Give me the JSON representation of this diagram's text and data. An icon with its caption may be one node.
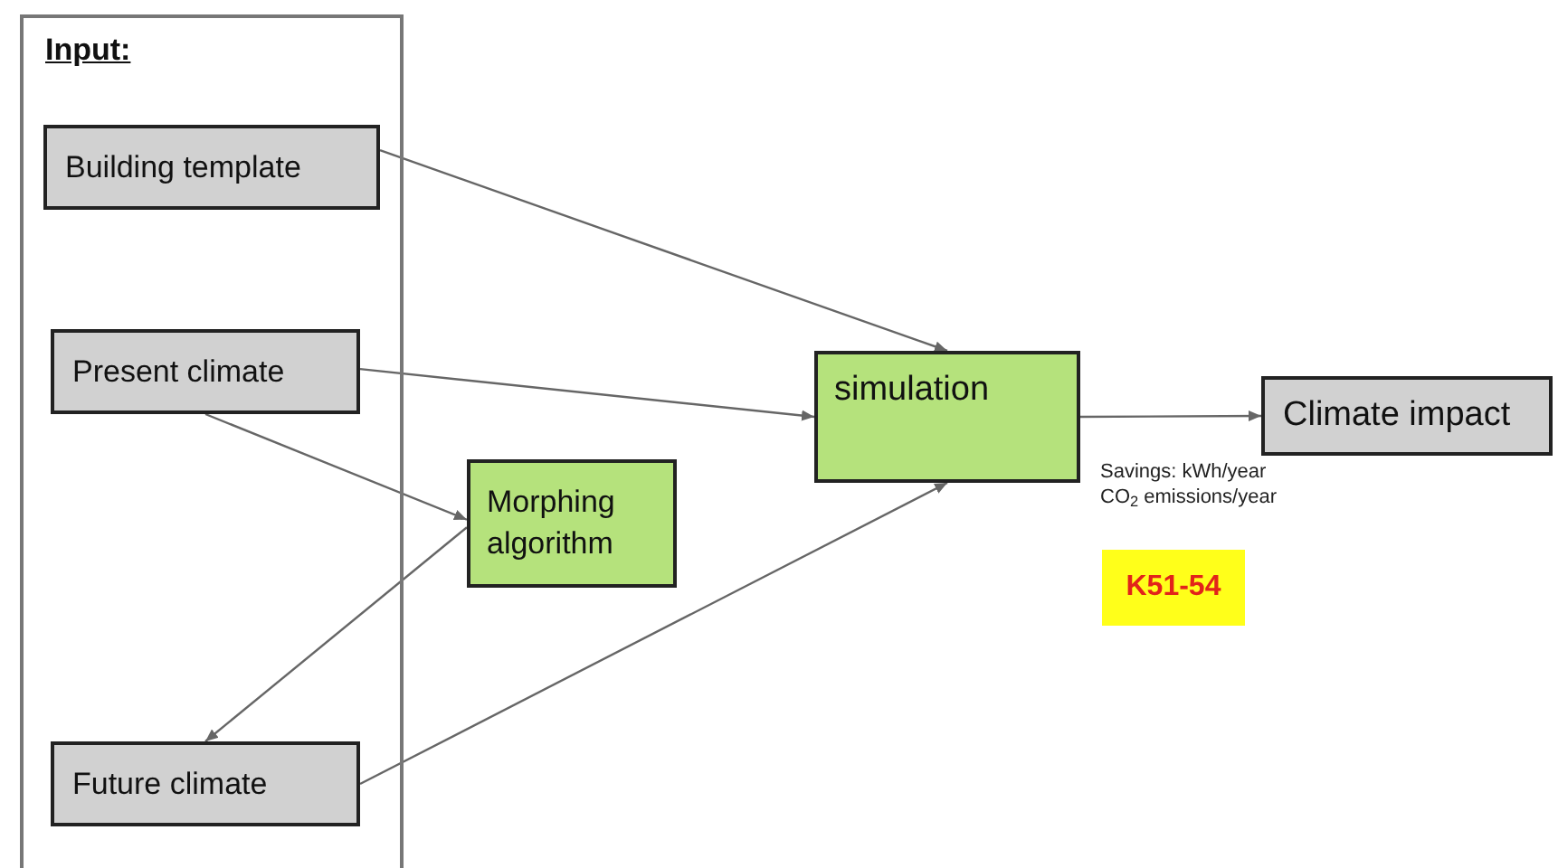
{
  "diagram": {
    "nodes": [
      {
        "text": [
          "Input:"
        ]
      },
      {
        "text": [
          "Building template"
        ],
        "in": 0
      },
      {
        "text": [
          "Present climate"
        ],
        "in": 0
      },
      {
        "text": [
          "Future climate"
        ],
        "in": 0
      },
      {
        "text": [
          "Morphing algorithm"
        ]
      },
      {
        "text": [
          "simulation"
        ]
      },
      {
        "text": [
          "Climate impact"
        ]
      },
      {
        "text": [
          "K51-54"
        ]
      }
    ],
    "edges": [
      {
        "from": 1,
        "to": 5,
        "arrow": "to"
      },
      {
        "from": 2,
        "to": 5,
        "arrow": "to"
      },
      {
        "from": 2,
        "to": 4,
        "arrow": "to"
      },
      {
        "from": 4,
        "to": 3,
        "arrow": "to"
      },
      {
        "from": 3,
        "to": 5,
        "arrow": "to"
      },
      {
        "from": 5,
        "to": 6,
        "arrow": "to",
        "label": "Savings: kWh/year CO$_{2}$ emissions/year"
      }
    ]
  }
}
